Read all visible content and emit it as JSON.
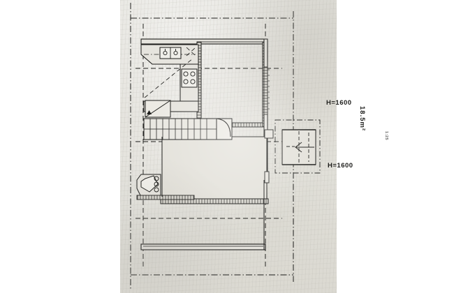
{
  "document": {
    "kind": "architectural-floor-plan",
    "medium": "scanned-paper-drawing",
    "sheet_background_color": "#e1dfd8",
    "ink_color": "#1d1d1b",
    "page_background_color": "#ffffff"
  },
  "annotations": {
    "ceiling_height_upper": "H=1600",
    "ceiling_height_lower": "H=1600",
    "room_area": "18.5m²",
    "side_note": "1:25"
  },
  "rooms": [
    {
      "name": "attic-room",
      "area_label": "18.5m²",
      "height_label": "H=1600"
    },
    {
      "name": "kitchen-area",
      "height_label": "H=1600"
    }
  ],
  "fixtures": [
    {
      "name": "double-sink",
      "basins": 2
    },
    {
      "name": "cooktop",
      "burners": 4
    },
    {
      "name": "corner-unit",
      "basins": 3
    },
    {
      "name": "staircase",
      "treads": 11
    },
    {
      "name": "door-swing-upper"
    },
    {
      "name": "door-swing-lower"
    },
    {
      "name": "direction-arrow",
      "points": "left"
    }
  ],
  "line_styles": {
    "property_boundary": "dash-dot",
    "setback_line": "dashed",
    "wall": "solid-double",
    "hatched_wall": "tick-hatch"
  }
}
